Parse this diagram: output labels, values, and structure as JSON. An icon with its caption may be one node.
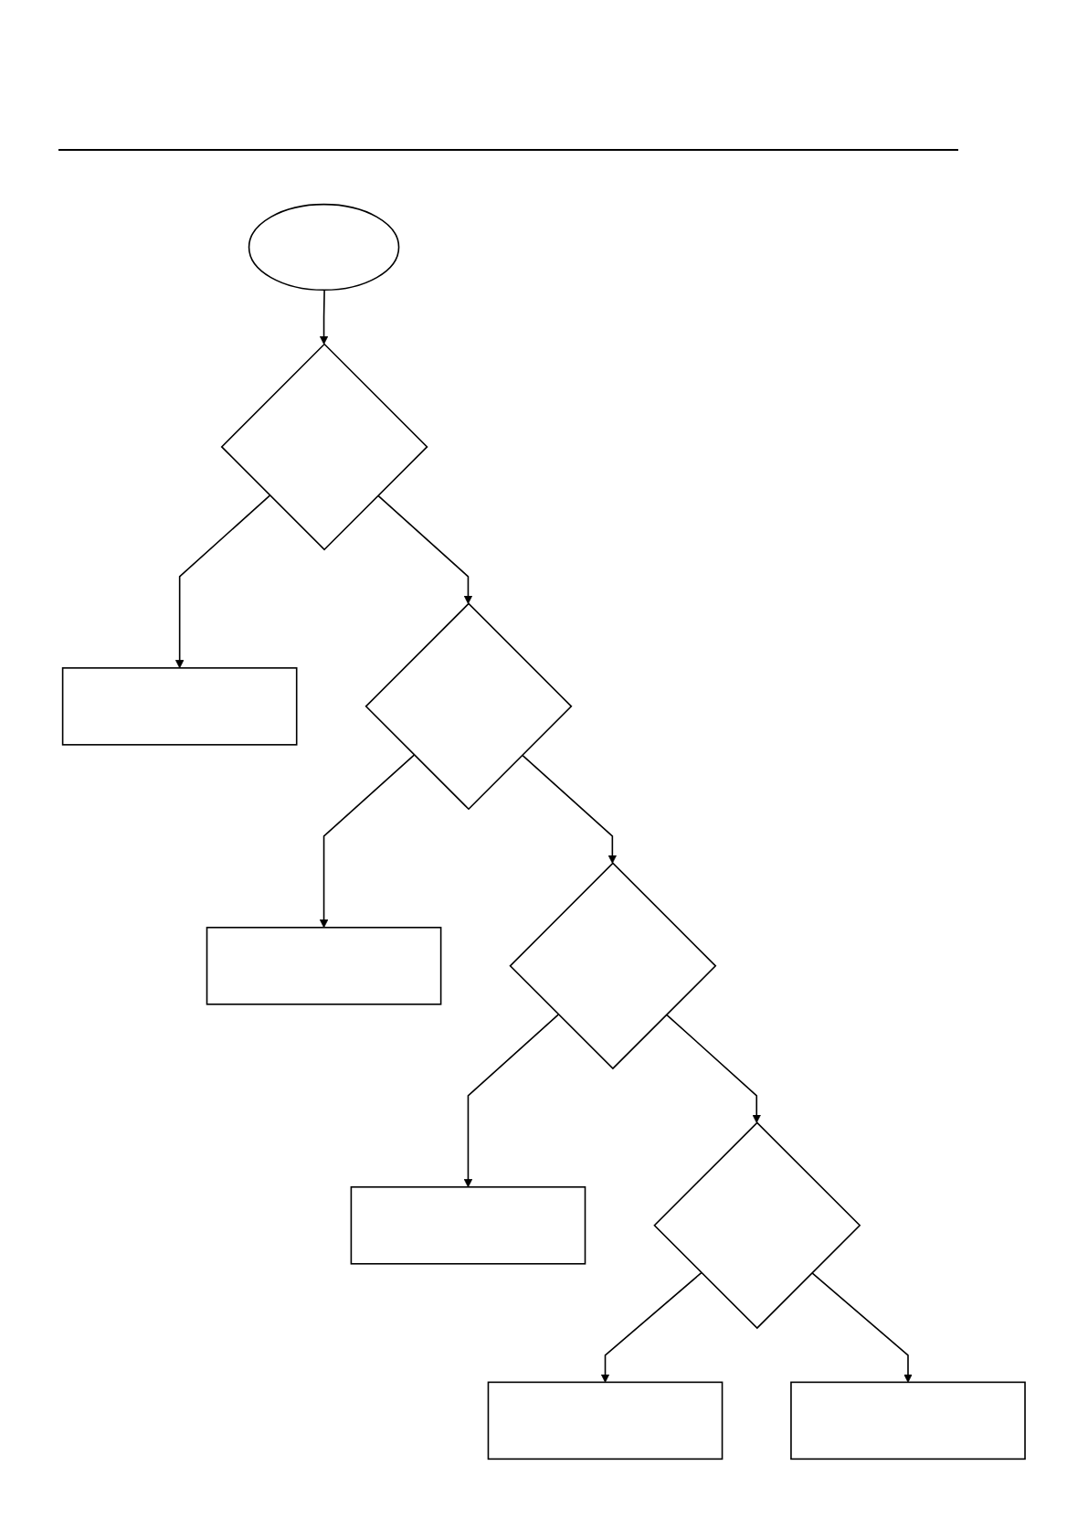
{
  "diagram": {
    "nodes": [
      {
        "text": [],
        "shape": "ellipse"
      },
      {
        "text": [],
        "shape": "diamond"
      },
      {
        "text": [],
        "shape": "box"
      },
      {
        "text": [],
        "shape": "diamond"
      },
      {
        "text": [],
        "shape": "box"
      },
      {
        "text": [],
        "shape": "diamond"
      },
      {
        "text": [],
        "shape": "box"
      },
      {
        "text": [],
        "shape": "diamond"
      },
      {
        "text": [],
        "shape": "box"
      },
      {
        "text": [],
        "shape": "box"
      }
    ],
    "edges": [
      {
        "from": 0,
        "to": 1,
        "arrow": "to"
      },
      {
        "from": 1,
        "to": 2,
        "arrow": "to"
      },
      {
        "from": 1,
        "to": 3,
        "arrow": "to"
      },
      {
        "from": 3,
        "to": 4,
        "arrow": "to"
      },
      {
        "from": 3,
        "to": 5,
        "arrow": "to"
      },
      {
        "from": 5,
        "to": 6,
        "arrow": "to"
      },
      {
        "from": 5,
        "to": 7,
        "arrow": "to"
      },
      {
        "from": 7,
        "to": 8,
        "arrow": "to"
      },
      {
        "from": 7,
        "to": 9,
        "arrow": "to"
      }
    ]
  }
}
